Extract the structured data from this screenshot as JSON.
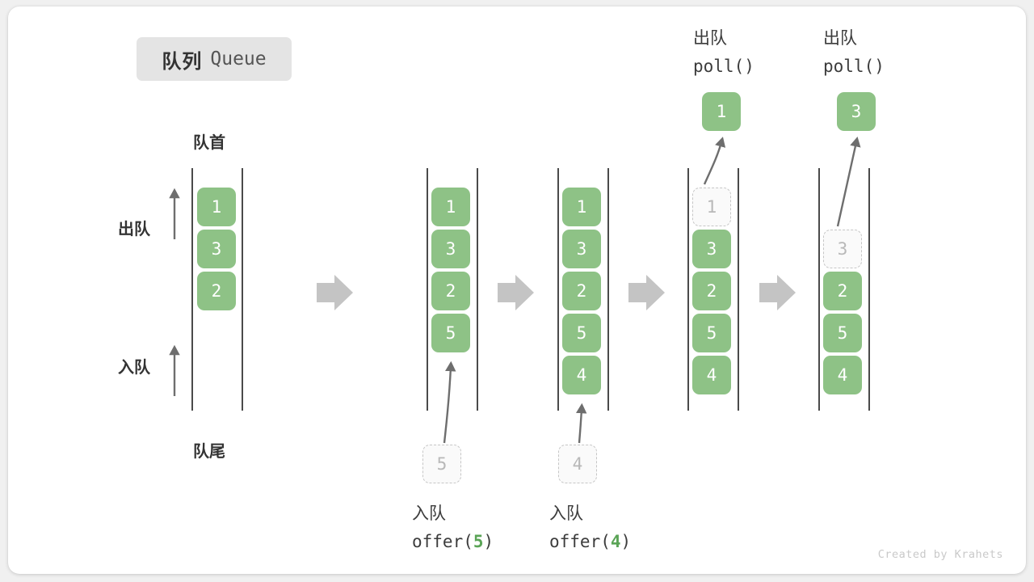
{
  "title": {
    "cn": "队列",
    "en": "Queue"
  },
  "labels": {
    "head": "队首",
    "tail": "队尾",
    "dequeue": "出队",
    "enqueue": "入队"
  },
  "operations": [
    {
      "id": "offer-5",
      "cn": "入队",
      "code_prefix": "offer(",
      "arg": "5",
      "code_suffix": ")"
    },
    {
      "id": "offer-4",
      "cn": "入队",
      "code_prefix": "offer(",
      "arg": "4",
      "code_suffix": ")"
    },
    {
      "id": "poll-1",
      "cn": "出队",
      "code_prefix": "poll(",
      "arg": "",
      "code_suffix": ")"
    },
    {
      "id": "poll-2",
      "cn": "出队",
      "code_prefix": "poll(",
      "arg": "",
      "code_suffix": ")"
    }
  ],
  "stages": [
    {
      "id": "stage-1",
      "items": [
        {
          "value": "1",
          "state": "filled"
        },
        {
          "value": "3",
          "state": "filled"
        },
        {
          "value": "2",
          "state": "filled"
        }
      ],
      "incoming": null,
      "popped": null
    },
    {
      "id": "stage-2",
      "items": [
        {
          "value": "1",
          "state": "filled"
        },
        {
          "value": "3",
          "state": "filled"
        },
        {
          "value": "2",
          "state": "filled"
        },
        {
          "value": "5",
          "state": "filled"
        }
      ],
      "incoming": {
        "value": "5",
        "state": "ghost"
      },
      "popped": null
    },
    {
      "id": "stage-3",
      "items": [
        {
          "value": "1",
          "state": "filled"
        },
        {
          "value": "3",
          "state": "filled"
        },
        {
          "value": "2",
          "state": "filled"
        },
        {
          "value": "5",
          "state": "filled"
        },
        {
          "value": "4",
          "state": "filled"
        }
      ],
      "incoming": {
        "value": "4",
        "state": "ghost"
      },
      "popped": null
    },
    {
      "id": "stage-4",
      "items": [
        {
          "value": "1",
          "state": "ghost"
        },
        {
          "value": "3",
          "state": "filled"
        },
        {
          "value": "2",
          "state": "filled"
        },
        {
          "value": "5",
          "state": "filled"
        },
        {
          "value": "4",
          "state": "filled"
        }
      ],
      "incoming": null,
      "popped": {
        "value": "1",
        "state": "filled"
      }
    },
    {
      "id": "stage-5",
      "items": [
        {
          "value": "",
          "state": "empty"
        },
        {
          "value": "3",
          "state": "ghost"
        },
        {
          "value": "2",
          "state": "filled"
        },
        {
          "value": "5",
          "state": "filled"
        },
        {
          "value": "4",
          "state": "filled"
        }
      ],
      "incoming": null,
      "popped": {
        "value": "3",
        "state": "filled"
      }
    }
  ],
  "footer": "Created by Krahets",
  "colors": {
    "box_fill": "#8ec286",
    "ghost_border": "#c6c6c6",
    "ghost_text": "#b8b8b8",
    "arrow_gray": "#c4c4c4",
    "rail": "#4a4a4a",
    "accent_text": "#5aa456",
    "badge_bg": "#e4e4e4"
  }
}
